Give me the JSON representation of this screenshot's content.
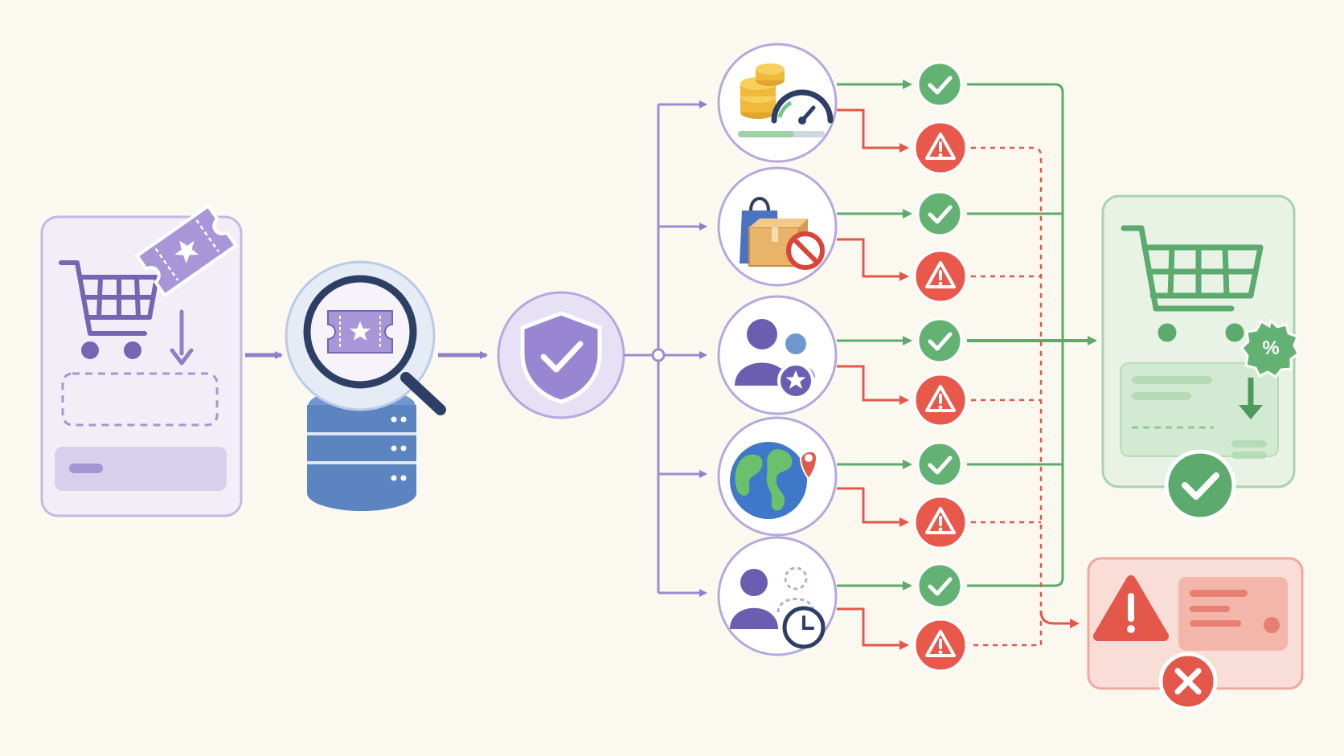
{
  "diagram": {
    "description_nodes": [
      {
        "id": "cart-coupon",
        "icon": "cart-with-coupon-icon"
      },
      {
        "id": "lookup",
        "icon": "coupon-database-lookup-icon"
      },
      {
        "id": "validate",
        "icon": "shield-check-icon"
      },
      {
        "id": "rule-min-spend",
        "icon": "coins-gauge-icon"
      },
      {
        "id": "rule-excluded-items",
        "icon": "bag-box-prohibited-icon"
      },
      {
        "id": "rule-member-tier",
        "icon": "users-star-icon"
      },
      {
        "id": "rule-region",
        "icon": "globe-pin-icon"
      },
      {
        "id": "rule-time-limit",
        "icon": "user-clock-icon"
      },
      {
        "id": "outcome-applied",
        "icon": "cart-discount-applied-icon"
      },
      {
        "id": "outcome-rejected",
        "icon": "coupon-error-icon"
      }
    ]
  },
  "colors": {
    "background": "#fbf8ef",
    "purple": "#8f7fc8",
    "purple_light": "#e7e1f5",
    "green": "#5caa6e",
    "green_light": "#e3f1e3",
    "red": "#e3584a",
    "red_light": "#f9ddd7",
    "blue": "#5b84c0",
    "navy": "#2e3f66"
  }
}
